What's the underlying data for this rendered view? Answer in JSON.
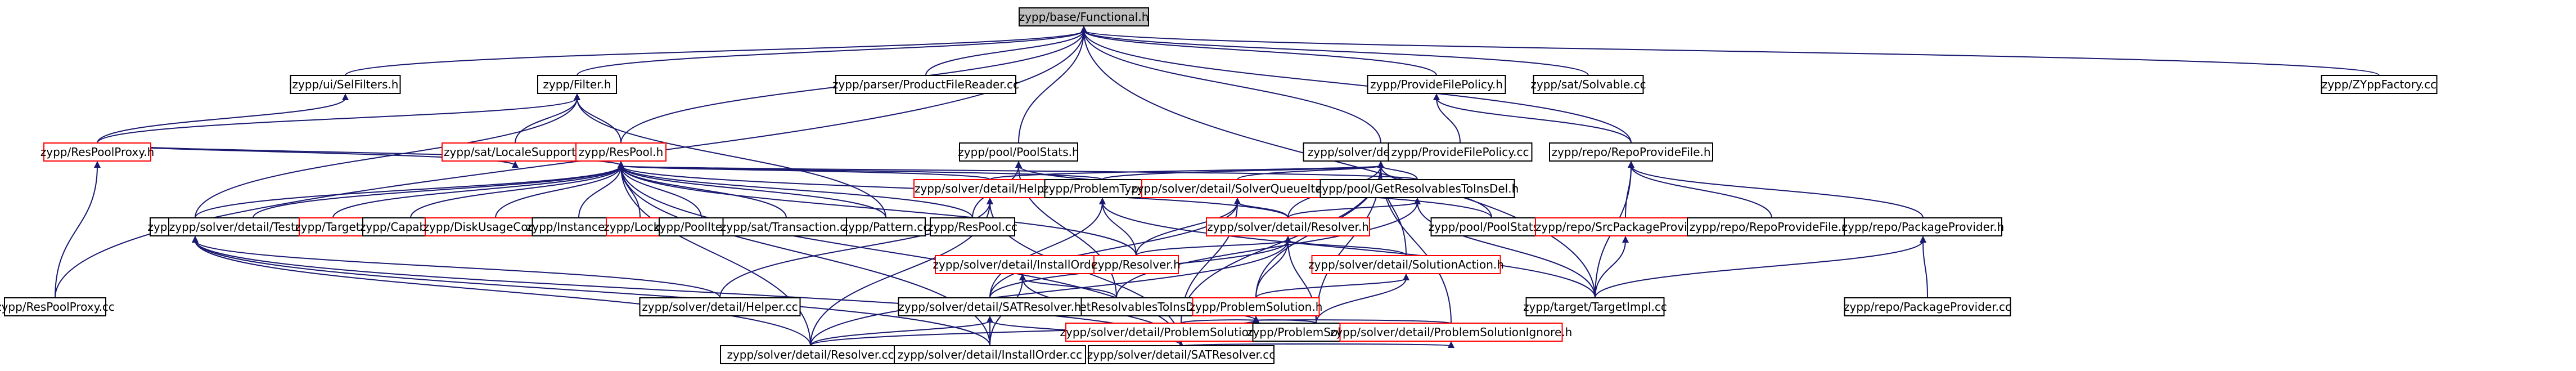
{
  "diagram": {
    "title": "",
    "colors": {
      "edge": "#191970",
      "focus_fill": "#bfbfbf",
      "border_documented": "#000000",
      "border_undocumented": "#ff0000"
    },
    "nodes": [
      {
        "id": "base_functional_h",
        "label": "zypp/base/Functional.h",
        "style": "focus"
      },
      {
        "id": "ui_selfilters_h",
        "label": "zypp/ui/SelFilters.h",
        "style": "black"
      },
      {
        "id": "filter_h",
        "label": "zypp/Filter.h",
        "style": "black"
      },
      {
        "id": "parser_productfilereader_cc",
        "label": "zypp/parser/ProductFileReader.cc",
        "style": "black"
      },
      {
        "id": "providefilepolicy_h",
        "label": "zypp/ProvideFilePolicy.h",
        "style": "black"
      },
      {
        "id": "sat_solvable_cc",
        "label": "zypp/sat/Solvable.cc",
        "style": "black"
      },
      {
        "id": "zyppfactory_cc",
        "label": "zypp/ZYppFactory.cc",
        "style": "black"
      },
      {
        "id": "sat_localesupport_h",
        "label": "zypp/sat/LocaleSupport.h",
        "style": "red"
      },
      {
        "id": "respool_h",
        "label": "zypp/ResPool.h",
        "style": "red"
      },
      {
        "id": "pool_poolstats_h",
        "label": "zypp/pool/PoolStats.h",
        "style": "black"
      },
      {
        "id": "solver_detail_types_h",
        "label": "zypp/solver/detail/Types.h",
        "style": "black"
      },
      {
        "id": "providefilepolicy_cc",
        "label": "zypp/ProvideFilePolicy.cc",
        "style": "black"
      },
      {
        "id": "repo_repoprovidefile_h",
        "label": "zypp/repo/RepoProvideFile.h",
        "style": "black"
      },
      {
        "id": "respoolproxy_h",
        "label": "zypp/ResPoolProxy.h",
        "style": "red"
      },
      {
        "id": "resfilters_h",
        "label": "zypp/ResFilters.h",
        "style": "black"
      },
      {
        "id": "solver_detail_testcase_cc",
        "label": "zypp/solver/detail/Testcase.cc",
        "style": "black"
      },
      {
        "id": "target_h",
        "label": "zypp/Target.h",
        "style": "red"
      },
      {
        "id": "capability_cc",
        "label": "zypp/Capability.cc",
        "style": "black"
      },
      {
        "id": "diskusagecounter_h",
        "label": "zypp/DiskUsageCounter.h",
        "style": "red"
      },
      {
        "id": "instanceid_cc",
        "label": "zypp/InstanceId.cc",
        "style": "black"
      },
      {
        "id": "locks_h",
        "label": "zypp/Locks.h",
        "style": "red"
      },
      {
        "id": "poolitem_cc",
        "label": "zypp/PoolItem.cc",
        "style": "black"
      },
      {
        "id": "sat_transaction_cc",
        "label": "zypp/sat/Transaction.cc",
        "style": "black"
      },
      {
        "id": "pattern_cc",
        "label": "zypp/Pattern.cc",
        "style": "black"
      },
      {
        "id": "respool_cc",
        "label": "zypp/ResPool.cc",
        "style": "black"
      },
      {
        "id": "solver_detail_helper_h",
        "label": "zypp/solver/detail/Helper.h",
        "style": "red"
      },
      {
        "id": "problemtypes_h",
        "label": "zypp/ProblemTypes.h",
        "style": "black"
      },
      {
        "id": "solver_detail_solverqueueitem_h",
        "label": "zypp/solver/detail/SolverQueueItem.h",
        "style": "red"
      },
      {
        "id": "pool_getresolvablestoinsdel_h",
        "label": "zypp/pool/GetResolvablesToInsDel.h",
        "style": "black"
      },
      {
        "id": "pool_poolstats_cc",
        "label": "zypp/pool/PoolStats.cc",
        "style": "black"
      },
      {
        "id": "repo_srcpackageprovider_h",
        "label": "zypp/repo/SrcPackageProvider.h",
        "style": "red"
      },
      {
        "id": "repo_repoprovidefile_cc",
        "label": "zypp/repo/RepoProvideFile.cc",
        "style": "black"
      },
      {
        "id": "repo_packageprovider_h",
        "label": "zypp/repo/PackageProvider.h",
        "style": "black"
      },
      {
        "id": "respoolproxy_cc",
        "label": "zypp/ResPoolProxy.cc",
        "style": "black"
      },
      {
        "id": "solver_detail_helper_cc",
        "label": "zypp/solver/detail/Helper.cc",
        "style": "black"
      },
      {
        "id": "solver_detail_resolver_h",
        "label": "zypp/solver/detail/Resolver.h",
        "style": "red"
      },
      {
        "id": "target_targetimpl_cc",
        "label": "zypp/target/TargetImpl.cc",
        "style": "black"
      },
      {
        "id": "repo_packageprovider_cc",
        "label": "zypp/repo/PackageProvider.cc",
        "style": "black"
      },
      {
        "id": "solver_detail_installorder_h",
        "label": "zypp/solver/detail/InstallOrder.h",
        "style": "red"
      },
      {
        "id": "resolver_h",
        "label": "zypp/Resolver.h",
        "style": "red"
      },
      {
        "id": "solver_detail_solutionaction_h",
        "label": "zypp/solver/detail/SolutionAction.h",
        "style": "red"
      },
      {
        "id": "pool_getresolvablestoinsdel_cc",
        "label": "zypp/pool/GetResolvablesToInsDel.cc",
        "style": "black"
      },
      {
        "id": "problemsolution_h",
        "label": "zypp/ProblemSolution.h",
        "style": "red"
      },
      {
        "id": "solver_detail_satresolver_h",
        "label": "zypp/solver/detail/SATResolver.h",
        "style": "black"
      },
      {
        "id": "solver_detail_problemsolutioncombi_h",
        "label": "zypp/solver/detail/ProblemSolutionCombi.h",
        "style": "red"
      },
      {
        "id": "problemsolution_cc",
        "label": "zypp/ProblemSolution.cc",
        "style": "black"
      },
      {
        "id": "solver_detail_problemsolutionignore_h",
        "label": "zypp/solver/detail/ProblemSolutionIgnore.h",
        "style": "red"
      },
      {
        "id": "solver_detail_resolver_cc",
        "label": "zypp/solver/detail/Resolver.cc",
        "style": "black"
      },
      {
        "id": "solver_detail_installorder_cc",
        "label": "zypp/solver/detail/InstallOrder.cc",
        "style": "black"
      },
      {
        "id": "solver_detail_satresolver_cc",
        "label": "zypp/solver/detail/SATResolver.cc",
        "style": "black"
      }
    ],
    "edges": [
      [
        "base_functional_h",
        "ui_selfilters_h"
      ],
      [
        "base_functional_h",
        "filter_h"
      ],
      [
        "base_functional_h",
        "parser_productfilereader_cc"
      ],
      [
        "base_functional_h",
        "providefilepolicy_h"
      ],
      [
        "base_functional_h",
        "sat_solvable_cc"
      ],
      [
        "base_functional_h",
        "zyppfactory_cc"
      ],
      [
        "base_functional_h",
        "respool_h"
      ],
      [
        "base_functional_h",
        "pool_poolstats_h"
      ],
      [
        "base_functional_h",
        "solver_detail_types_h"
      ],
      [
        "base_functional_h",
        "repo_repoprovidefile_h"
      ],
      [
        "base_functional_h",
        "respoolproxy_cc"
      ],
      [
        "base_functional_h",
        "target_targetimpl_cc"
      ],
      [
        "ui_selfilters_h",
        "respoolproxy_h"
      ],
      [
        "filter_h",
        "sat_localesupport_h"
      ],
      [
        "filter_h",
        "respool_h"
      ],
      [
        "filter_h",
        "pattern_cc"
      ],
      [
        "filter_h",
        "resfilters_h"
      ],
      [
        "filter_h",
        "respoolproxy_h"
      ],
      [
        "providefilepolicy_h",
        "providefilepolicy_cc"
      ],
      [
        "providefilepolicy_h",
        "repo_repoprovidefile_h"
      ],
      [
        "sat_localesupport_h",
        "respoolproxy_h"
      ],
      [
        "respool_h",
        "respoolproxy_h"
      ],
      [
        "respool_h",
        "resfilters_h"
      ],
      [
        "respool_h",
        "solver_detail_testcase_cc"
      ],
      [
        "respool_h",
        "target_h"
      ],
      [
        "respool_h",
        "capability_cc"
      ],
      [
        "respool_h",
        "diskusagecounter_h"
      ],
      [
        "respool_h",
        "instanceid_cc"
      ],
      [
        "respool_h",
        "locks_h"
      ],
      [
        "respool_h",
        "poolitem_cc"
      ],
      [
        "respool_h",
        "sat_transaction_cc"
      ],
      [
        "respool_h",
        "pattern_cc"
      ],
      [
        "respool_h",
        "respool_cc"
      ],
      [
        "respool_h",
        "solver_detail_helper_h"
      ],
      [
        "respool_h",
        "problemtypes_h"
      ],
      [
        "respool_h",
        "pool_getresolvablestoinsdel_h"
      ],
      [
        "respool_h",
        "solver_detail_resolver_h"
      ],
      [
        "respool_h",
        "resolver_h"
      ],
      [
        "respool_h",
        "solver_detail_resolver_cc"
      ],
      [
        "respool_h",
        "solver_detail_satresolver_cc"
      ],
      [
        "respool_h",
        "solver_detail_installorder_cc"
      ],
      [
        "pool_poolstats_h",
        "respool_cc"
      ],
      [
        "pool_poolstats_h",
        "pool_poolstats_cc"
      ],
      [
        "pool_poolstats_h",
        "pool_getresolvablestoinsdel_cc"
      ],
      [
        "solver_detail_types_h",
        "problemtypes_h"
      ],
      [
        "solver_detail_types_h",
        "solver_detail_solverqueueitem_h"
      ],
      [
        "solver_detail_types_h",
        "pool_getresolvablestoinsdel_h"
      ],
      [
        "solver_detail_types_h",
        "solver_detail_helper_h"
      ],
      [
        "solver_detail_types_h",
        "solver_detail_resolver_h"
      ],
      [
        "solver_detail_types_h",
        "solver_detail_solutionaction_h"
      ],
      [
        "solver_detail_types_h",
        "problemsolution_h"
      ],
      [
        "solver_detail_types_h",
        "solver_detail_problemsolutioncombi_h"
      ],
      [
        "solver_detail_types_h",
        "problemsolution_cc"
      ],
      [
        "solver_detail_types_h",
        "solver_detail_problemsolutionignore_h"
      ],
      [
        "solver_detail_types_h",
        "pool_poolstats_cc"
      ],
      [
        "repo_repoprovidefile_h",
        "repo_srcpackageprovider_h"
      ],
      [
        "repo_repoprovidefile_h",
        "repo_repoprovidefile_cc"
      ],
      [
        "repo_repoprovidefile_h",
        "repo_packageprovider_h"
      ],
      [
        "repo_repoprovidefile_h",
        "target_targetimpl_cc"
      ],
      [
        "repo_srcpackageprovider_h",
        "target_targetimpl_cc"
      ],
      [
        "repo_packageprovider_h",
        "target_targetimpl_cc"
      ],
      [
        "repo_packageprovider_h",
        "repo_packageprovider_cc"
      ],
      [
        "respoolproxy_h",
        "respoolproxy_cc"
      ],
      [
        "resfilters_h",
        "solver_detail_helper_cc"
      ],
      [
        "resfilters_h",
        "solver_detail_resolver_cc"
      ],
      [
        "resfilters_h",
        "solver_detail_satresolver_cc"
      ],
      [
        "resfilters_h",
        "solver_detail_installorder_cc"
      ],
      [
        "solver_detail_helper_h",
        "solver_detail_helper_cc"
      ],
      [
        "solver_detail_helper_h",
        "solver_detail_resolver_cc"
      ],
      [
        "solver_detail_helper_h",
        "solver_detail_satresolver_cc"
      ],
      [
        "problemtypes_h",
        "resolver_h"
      ],
      [
        "problemtypes_h",
        "solver_detail_satresolver_h"
      ],
      [
        "problemtypes_h",
        "target_targetimpl_cc"
      ],
      [
        "solver_detail_solverqueueitem_h",
        "solver_detail_resolver_h"
      ],
      [
        "solver_detail_solverqueueitem_h",
        "resolver_h"
      ],
      [
        "solver_detail_solverqueueitem_h",
        "solver_detail_satresolver_h"
      ],
      [
        "solver_detail_solverqueueitem_h",
        "solver_detail_problemsolutioncombi_h"
      ],
      [
        "pool_getresolvablestoinsdel_h",
        "pool_getresolvablestoinsdel_cc"
      ],
      [
        "pool_getresolvablestoinsdel_h",
        "solver_detail_resolver_h"
      ],
      [
        "pool_getresolvablestoinsdel_h",
        "target_targetimpl_cc"
      ],
      [
        "solver_detail_resolver_h",
        "resolver_h"
      ],
      [
        "solver_detail_resolver_h",
        "solver_detail_solutionaction_h"
      ],
      [
        "solver_detail_resolver_h",
        "problemsolution_h"
      ],
      [
        "solver_detail_resolver_h",
        "problemsolution_cc"
      ],
      [
        "solver_detail_resolver_h",
        "solver_detail_satresolver_h"
      ],
      [
        "solver_detail_resolver_h",
        "solver_detail_resolver_cc"
      ],
      [
        "solver_detail_installorder_h",
        "pool_getresolvablestoinsdel_cc"
      ],
      [
        "solver_detail_installorder_h",
        "solver_detail_installorder_cc"
      ],
      [
        "solver_detail_installorder_h",
        "solver_detail_satresolver_cc"
      ],
      [
        "solver_detail_solutionaction_h",
        "problemsolution_h"
      ],
      [
        "solver_detail_solutionaction_h",
        "problemsolution_cc"
      ],
      [
        "problemsolution_h",
        "solver_detail_problemsolutioncombi_h"
      ],
      [
        "problemsolution_h",
        "problemsolution_cc"
      ],
      [
        "problemsolution_h",
        "solver_detail_problemsolutionignore_h"
      ],
      [
        "problemsolution_h",
        "solver_detail_satresolver_h"
      ],
      [
        "problemsolution_h",
        "solver_detail_resolver_cc"
      ],
      [
        "solver_detail_satresolver_h",
        "solver_detail_resolver_cc"
      ],
      [
        "solver_detail_satresolver_h",
        "solver_detail_installorder_cc"
      ],
      [
        "solver_detail_satresolver_h",
        "solver_detail_satresolver_cc"
      ],
      [
        "solver_detail_problemsolutioncombi_h",
        "solver_detail_satresolver_cc"
      ],
      [
        "solver_detail_problemsolutionignore_h",
        "solver_detail_satresolver_cc"
      ]
    ]
  }
}
